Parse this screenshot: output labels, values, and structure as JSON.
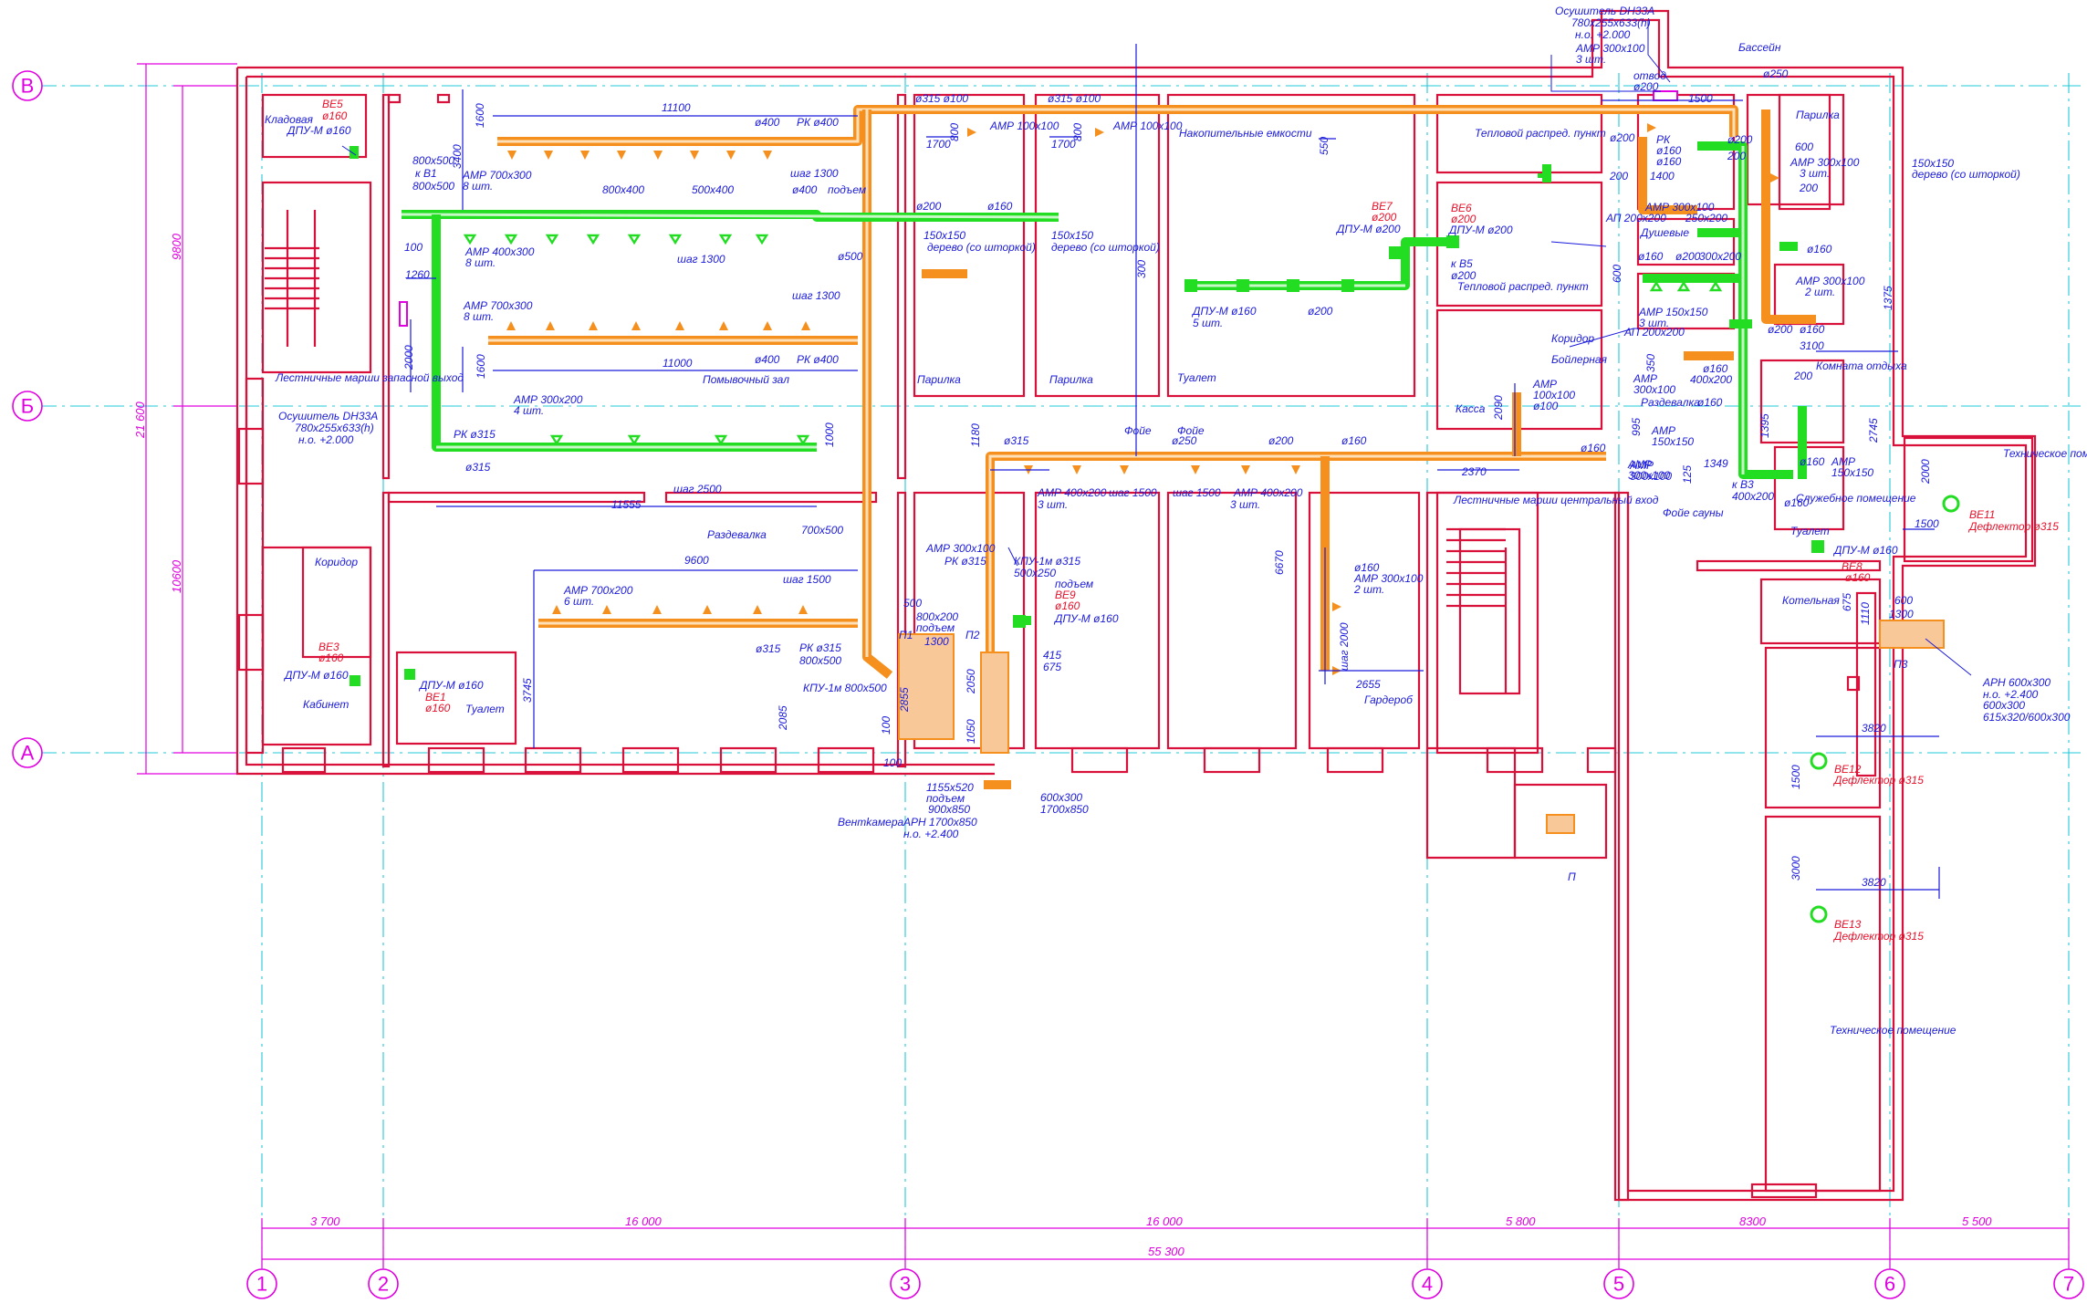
{
  "axes": {
    "rows": [
      "В",
      "Б",
      "А"
    ],
    "columns": [
      "1",
      "2",
      "3",
      "4",
      "5",
      "6",
      "7"
    ]
  },
  "dimensions": {
    "bottom_spans": [
      "3 700",
      "16 000",
      "16 000",
      "5 800",
      "8300",
      "5 500"
    ],
    "bottom_total": "55 300",
    "left_spans": [
      "9800",
      "10600"
    ],
    "left_total": "21 600"
  },
  "rooms": [
    "Кладовая",
    "Лестничные марши запасной выход",
    "Коридор",
    "Кабинет",
    "Туалет",
    "Помывочный зал",
    "Раздевалка",
    "Вентkамера",
    "Парилка",
    "Парилка",
    "Накопительные емкости",
    "Туалет",
    "Фойе",
    "Фойе",
    "Гардероб",
    "Тепловой распред. пункт",
    "Тепловой распред. пункт",
    "Касса",
    "Коридор",
    "Бойлерная",
    "Лестничные марши центральный вход",
    "Фойе сауны",
    "Бассейн",
    "Парилка",
    "Душевые",
    "Раздевалка",
    "Комната отдыха",
    "Служебное помещение",
    "Туалет",
    "Котельная",
    "Техническое помещение",
    "Техническое помещение"
  ],
  "labels": {
    "ve5": "ВЕ5",
    "ve5_d": "ø160",
    "dpu1": "ДПУ-М ø160",
    "ve3": "ВЕ3",
    "ve3_d": "ø160",
    "dpu3": "ДПУ-М ø160",
    "ve1": "ВЕ1",
    "ve1_d": "ø160",
    "dpu_ve1": "ДПУ-М ø160",
    "osush1": "Осушитель DH33A",
    "osush1_b": "780x255x633(h)",
    "osush1_c": "н.о. +2.000",
    "d11100": "11100",
    "d1600a": "1600",
    "d3400": "3400",
    "d400a": "ø400",
    "rk400a": "РК ø400",
    "step1300a": "шаг 1300",
    "amp700a": "АМР 700x300",
    "amp700a_n": "8 шт.",
    "d800x500": "800x500",
    "kv1": "к В1",
    "d800x500b": "800x500",
    "d800x400": "800x400",
    "d500x400": "500x400",
    "d400b": "ø400",
    "podem": "подъем",
    "d100a": "100",
    "amp400": "АМР 400x300",
    "amp400_n": "8 шт.",
    "step1300b": "шаг 1300",
    "d1260": "1260",
    "d500": "ø500",
    "amp700b": "АМР 700x300",
    "amp700b_n": "8 шт.",
    "step1300c": "шаг 1300",
    "d2000a": "2000",
    "d1600b": "1600",
    "d11000": "11000",
    "d400c": "ø400",
    "rk400b": "РК ø400",
    "amp300": "АМР 300x200",
    "amp300_n": "4 шт.",
    "rk315a": "РК ø315",
    "d315a": "ø315",
    "d1000": "1000",
    "d11555": "11555",
    "step2500": "шаг 2500",
    "d700x500": "700x500",
    "d9600": "9600",
    "amp700c": "АМР 700x200",
    "amp700c_n": "6 шт.",
    "step1500a": "шаг 1500",
    "d315b": "ø315",
    "rk315b": "РК ø315",
    "d800x500c": "800x500",
    "kpu800": "КПУ-1м 800x500",
    "d3745": "3745",
    "d2085": "2085",
    "d100b": "100",
    "d100c": "100",
    "d2855": "2855",
    "d500b": "500",
    "p1": "П1",
    "p2": "П2",
    "d800x200": "800x200",
    "podem2": "подъем",
    "d1300": "1300",
    "d2050": "2050",
    "d1050": "1050",
    "d415": "415",
    "d675": "675",
    "amp300x100": "АМР 300x100",
    "rk315c": "РК ø315",
    "kpu315": "КПУ-1м ø315",
    "d500x250": "500x250",
    "podem3": "подъем",
    "ve9": "ВЕ9",
    "ve9_d": "ø160",
    "dpu9": "ДПУ-М ø160",
    "d1155": "1155x520",
    "podem4": "подъем",
    "d900x850": "900x850",
    "arn1700": "АРН 1700x850",
    "arn1700_h": "н.о. +2.400",
    "d600x300a": "600x300",
    "d1700x850": "1700x850",
    "d315x100a": "ø315 ø100",
    "d800a": "800",
    "amp100a": "АМР 100x100",
    "d1700a": "1700",
    "d315x100b": "ø315 ø100",
    "d800b": "800",
    "amp100b": "АМР 100x100",
    "d1700b": "1700",
    "d200a": "ø200",
    "d160a": "ø160",
    "derevo1": "150x150",
    "derevo1_b": "дерево (со шторкой)",
    "derevo2": "150x150",
    "derevo2_b": "дерево (со шторкой)",
    "d550": "550",
    "d300": "300",
    "dpu_200": "ДПУ-М ø200",
    "dpu_160_5": "ДПУ-М ø160",
    "n5": "5 шт.",
    "d200b": "ø200",
    "ve7": "ВЕ7",
    "ve7_d": "ø200",
    "ve6": "ВЕ6",
    "ve6_d": "ø200",
    "dpu6": "ДПУ-М ø200",
    "kv5": "к В5",
    "kv5_d": "ø200",
    "d1180": "1180",
    "d315c": "ø315",
    "d250": "ø250",
    "d200c": "ø200",
    "d160b": "ø160",
    "amp400x200a": "АМР 400x200",
    "amp400x200a_n": "3 шт.",
    "step1500b": "шаг 1500",
    "step1500c": "шаг 1500",
    "amp400x200b": "АМР 400x200",
    "amp400x200b_n": "3 шт.",
    "d6670": "6670",
    "d160c": "ø160",
    "amp300x100b": "АМР 300x100",
    "amp300x100b_n": "2 шт.",
    "step2000": "шаг 2000",
    "d2655": "2655",
    "amp100c": "АМР",
    "amp100c_b": "100x100",
    "amp100c_c": "ø100",
    "d2090": "2090",
    "d2370": "2370",
    "d160d": "ø160",
    "amp300x100c": "АМР",
    "amp300x100c_b": "300x100",
    "osush2": "Осушитель DH33A",
    "osush2_b": "780x255x633(h)",
    "osush2_c": "н.о. +2.000",
    "amp300x100d": "АМР 300x100",
    "amp300x100d_n": "3 шт.",
    "otvod": "отвод",
    "otvod_d": "ø200",
    "d1500a": "1500",
    "d250b": "ø250",
    "d200d": "ø200",
    "rk160": "РК",
    "rk160_b": "ø160",
    "rk160_c": "ø160",
    "d200e": "200",
    "d1400": "1400",
    "d200f": "ø200",
    "d200g": "200",
    "ap200": "АП 200x200",
    "amp300x100e": "АМР 300x100",
    "d250x200": "250x200",
    "d600": "600",
    "amp300x100f": "АМР 300x100",
    "amp300x100f_n": "3 шт.",
    "d200h": "200",
    "derevo3": "150x150",
    "derevo3_b": "дерево (со шторкой)",
    "d160e": "ø160",
    "d200i": "ø200",
    "d300x200": "300x200",
    "d160f": "ø160",
    "d600b": "600",
    "amp300x100g": "АМР 300x100",
    "amp300x100g_n": "2 шт.",
    "d1375": "1375",
    "amp150": "АМР 150x150",
    "amp150_n": "3 шт.",
    "ap200b": "АП 200x200",
    "d200j": "ø200",
    "d160g": "ø160",
    "d3100": "3100",
    "d350": "350",
    "d160h": "ø160",
    "d400x200": "400x200",
    "amp300x100h": "АМР",
    "amp300x100h_b": "300x100",
    "d200k": "200",
    "d1395": "1395",
    "d2745": "2745",
    "d995": "995",
    "d160i": "ø160",
    "amp150b": "АМР",
    "amp150b_b": "150x150",
    "d125": "125",
    "d1349": "1349",
    "kv3": "к В3",
    "kv3_d": "400x200",
    "amp300x100i": "АМР",
    "amp300x100i_b": "300x100",
    "d160j": "ø160",
    "amp150c": "АМР",
    "amp150c_b": "150x150",
    "d160k": "ø160",
    "dpu_ve8": "ДПУ-М ø160",
    "ve8": "ВЕ8",
    "ve8_d": "ø160",
    "d675b": "675",
    "d1110": "1110",
    "d600c": "600",
    "d1300b": "1300",
    "p3": "П3",
    "arn600": "АРН 600x300",
    "arn600_h": "н.о. +2.400",
    "arn600_b": "600x300",
    "arn600_c": "615x320/600x300",
    "d2000b": "2000",
    "d1500b": "1500",
    "ve11": "ВЕ11",
    "ve11_b": "Дефлектор ø315",
    "d3820a": "3820",
    "d1500c": "1500",
    "ve12": "ВЕ12",
    "ve12_b": "Дефлектор ø315",
    "d3000": "3000",
    "d3820b": "3820",
    "ve13": "ВЕ13",
    "ve13_b": "Дефлектор ø315",
    "p4": "П"
  },
  "colors": {
    "walls": "#d8103a",
    "supply_duct": "#f5901e",
    "exhaust_duct": "#22dd22",
    "annotation": "#1a1adc",
    "equipment_tag": "#e8102a",
    "dimension": "#e100e1",
    "axis_line": "#22c8d8"
  }
}
